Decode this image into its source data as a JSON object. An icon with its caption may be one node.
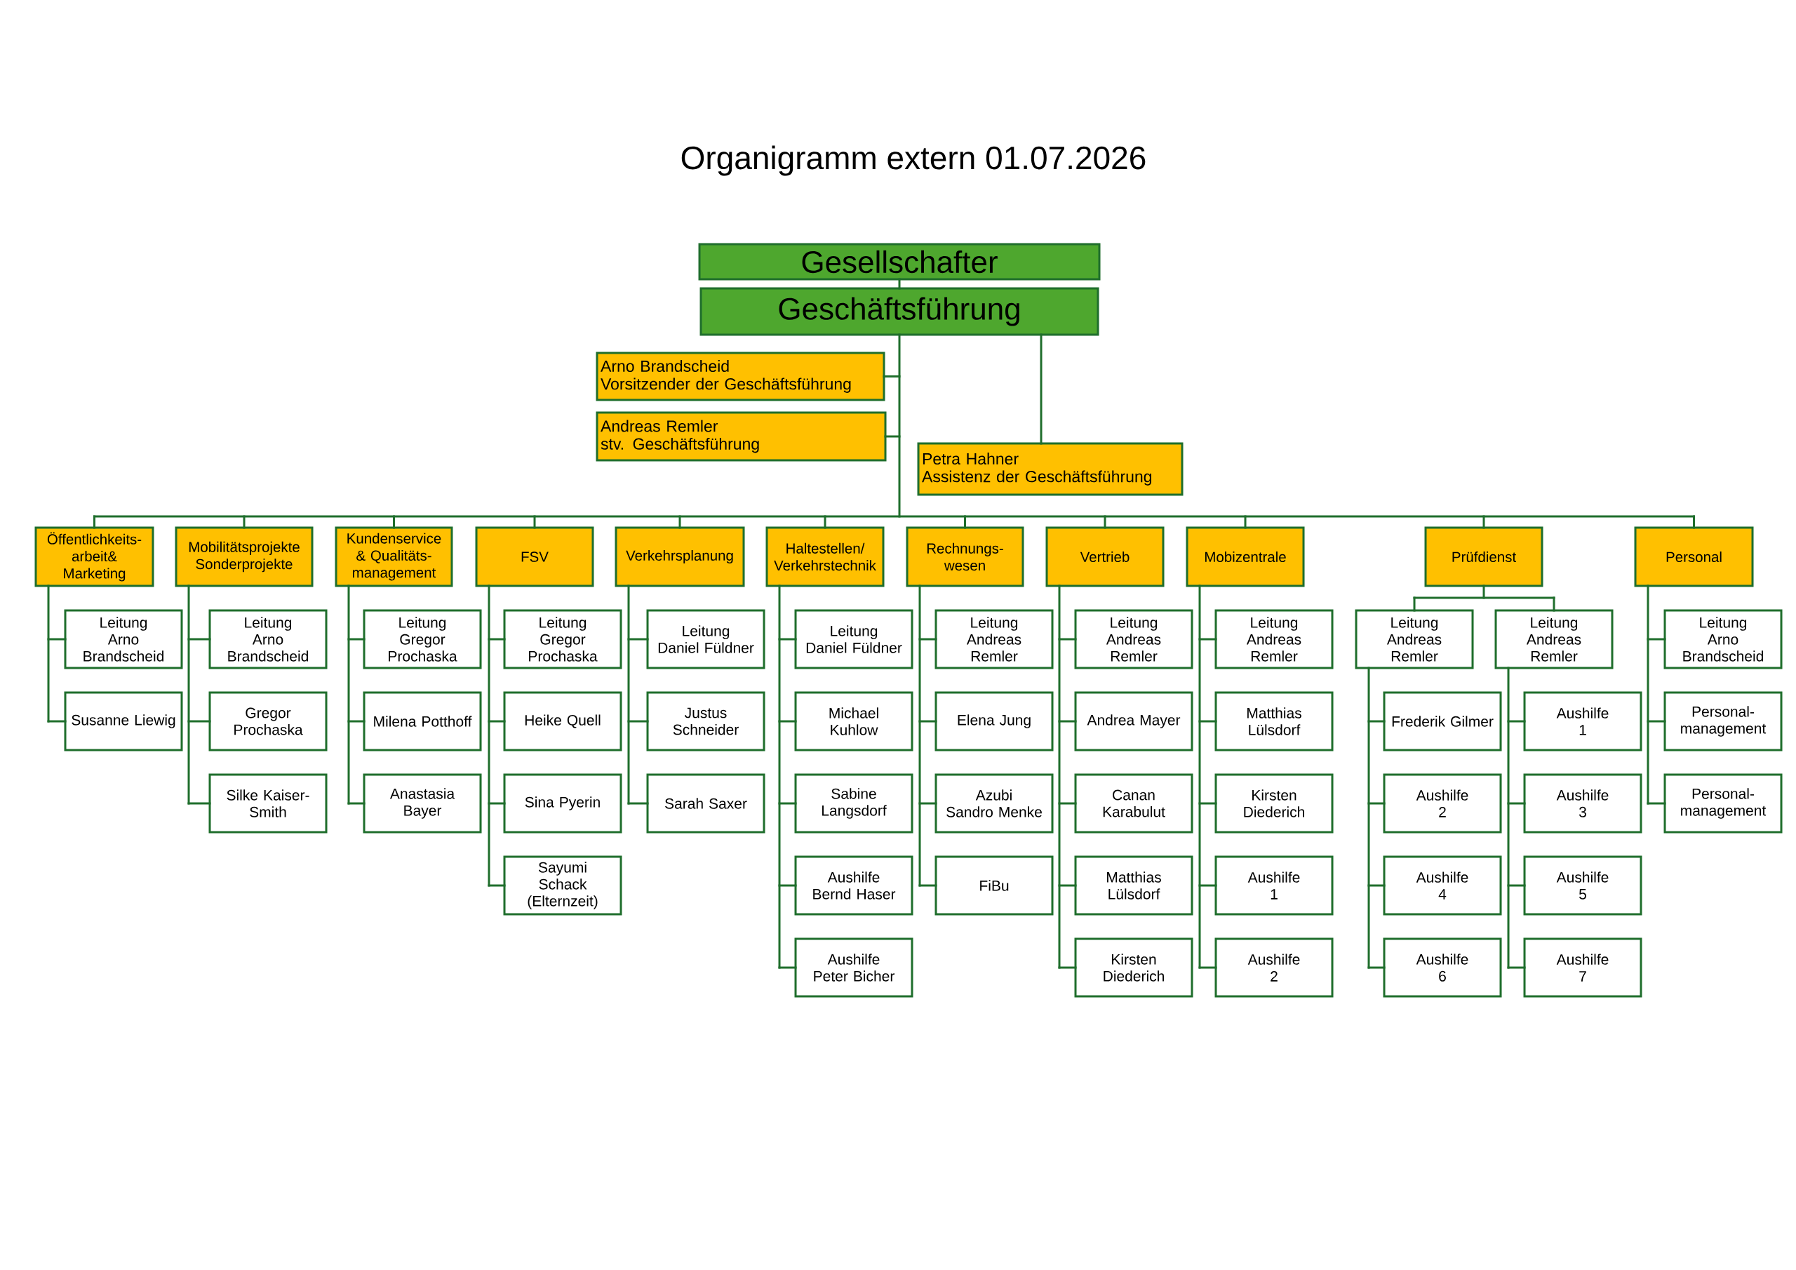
{
  "diagram": {
    "title": "Organigramm extern 01.07.2026",
    "nodes": [
      {
        "text": [
          "Gesellschafter"
        ]
      },
      {
        "text": [
          "Geschäftsführung"
        ]
      },
      {
        "text": [
          "Arno Brandscheid",
          "Vorsitzender der Geschäftsführung"
        ]
      },
      {
        "text": [
          "Andreas Remler",
          "stv. Geschäftsführung"
        ]
      },
      {
        "text": [
          "Petra Hahner",
          "Assistenz der Geschäftsführung"
        ]
      },
      {
        "text": [
          "Öffentlichkeits- arbeit& Marketing"
        ]
      },
      {
        "text": [
          "Mobilitätsprojekte Sonderprojekte"
        ]
      },
      {
        "text": [
          "Kundenservice & Qualitäts- management"
        ]
      },
      {
        "text": [
          "FSV"
        ]
      },
      {
        "text": [
          "Verkehrsplanung"
        ]
      },
      {
        "text": [
          "Haltestellen/ Verkehrstechnik"
        ]
      },
      {
        "text": [
          "Rechnungs- wesen"
        ]
      },
      {
        "text": [
          "Vertrieb"
        ]
      },
      {
        "text": [
          "Mobizentrale"
        ]
      },
      {
        "text": [
          "Prüfdienst"
        ]
      },
      {
        "text": [
          "Personal"
        ]
      },
      {
        "text": [
          "Leitung",
          "Arno Brandscheid"
        ]
      },
      {
        "text": [
          "Susanne Liewig"
        ]
      },
      {
        "text": [
          "Leitung",
          "Arno Brandscheid"
        ]
      },
      {
        "text": [
          "Gregor Prochaska"
        ]
      },
      {
        "text": [
          "Silke Kaiser- Smith"
        ]
      },
      {
        "text": [
          "Leitung",
          "Gregor Prochaska"
        ]
      },
      {
        "text": [
          "Milena Potthoff"
        ]
      },
      {
        "text": [
          "Anastasia Bayer"
        ]
      },
      {
        "text": [
          "Leitung",
          "Gregor Prochaska"
        ]
      },
      {
        "text": [
          "Heike Quell"
        ]
      },
      {
        "text": [
          "Sina Pyerin"
        ]
      },
      {
        "text": [
          "Sayumi Schack (Elternzeit)"
        ]
      },
      {
        "text": [
          "Leitung",
          "Daniel Füldner"
        ]
      },
      {
        "text": [
          "Justus Schneider"
        ]
      },
      {
        "text": [
          "Sarah Saxer"
        ]
      },
      {
        "text": [
          "Leitung",
          "Daniel Füldner"
        ]
      },
      {
        "text": [
          "Michael Kuhlow"
        ]
      },
      {
        "text": [
          "Sabine Langsdorf"
        ]
      },
      {
        "text": [
          "Aushilfe",
          "Bernd Haser"
        ]
      },
      {
        "text": [
          "Aushilfe",
          "Peter Bicher"
        ]
      },
      {
        "text": [
          "Leitung",
          "Andreas Remler"
        ]
      },
      {
        "text": [
          "Elena Jung"
        ]
      },
      {
        "text": [
          "Azubi",
          "Sandro Menke"
        ]
      },
      {
        "text": [
          "FiBu"
        ]
      },
      {
        "text": [
          "Leitung",
          "Andreas Remler"
        ]
      },
      {
        "text": [
          "Andrea Mayer"
        ]
      },
      {
        "text": [
          "Canan Karabulut"
        ]
      },
      {
        "text": [
          "Matthias Lülsdorf"
        ]
      },
      {
        "text": [
          "Kirsten Diederich"
        ]
      },
      {
        "text": [
          "Leitung",
          "Andreas Remler"
        ]
      },
      {
        "text": [
          "Matthias Lülsdorf"
        ]
      },
      {
        "text": [
          "Kirsten Diederich"
        ]
      },
      {
        "text": [
          "Aushilfe 1"
        ]
      },
      {
        "text": [
          "Aushilfe 2"
        ]
      },
      {
        "text": [
          "Leitung",
          "Andreas Remler"
        ]
      },
      {
        "text": [
          "Leitung",
          "Andreas Remler"
        ]
      },
      {
        "text": [
          "Frederik Gilmer"
        ]
      },
      {
        "text": [
          "Aushilfe 2"
        ]
      },
      {
        "text": [
          "Aushilfe 4"
        ]
      },
      {
        "text": [
          "Aushilfe 6"
        ]
      },
      {
        "text": [
          "Aushilfe 1"
        ]
      },
      {
        "text": [
          "Aushilfe 3"
        ]
      },
      {
        "text": [
          "Aushilfe 5"
        ]
      },
      {
        "text": [
          "Aushilfe 7"
        ]
      },
      {
        "text": [
          "Leitung",
          "Arno Brandscheid"
        ]
      },
      {
        "text": [
          "Personal- management"
        ]
      },
      {
        "text": [
          "Personal- management"
        ]
      }
    ],
    "edges": [
      {
        "from": 0,
        "to": 1,
        "arrow": "none"
      },
      {
        "from": 1,
        "to": 2,
        "arrow": "none"
      },
      {
        "from": 1,
        "to": 3,
        "arrow": "none"
      },
      {
        "from": 1,
        "to": 4,
        "arrow": "none"
      },
      {
        "from": 1,
        "to": 5,
        "arrow": "none"
      },
      {
        "from": 1,
        "to": 6,
        "arrow": "none"
      },
      {
        "from": 1,
        "to": 7,
        "arrow": "none"
      },
      {
        "from": 1,
        "to": 8,
        "arrow": "none"
      },
      {
        "from": 1,
        "to": 9,
        "arrow": "none"
      },
      {
        "from": 1,
        "to": 10,
        "arrow": "none"
      },
      {
        "from": 1,
        "to": 11,
        "arrow": "none"
      },
      {
        "from": 1,
        "to": 12,
        "arrow": "none"
      },
      {
        "from": 1,
        "to": 13,
        "arrow": "none"
      },
      {
        "from": 1,
        "to": 14,
        "arrow": "none"
      },
      {
        "from": 1,
        "to": 15,
        "arrow": "none"
      },
      {
        "from": 5,
        "to": 16,
        "arrow": "none"
      },
      {
        "from": 5,
        "to": 17,
        "arrow": "none"
      },
      {
        "from": 6,
        "to": 18,
        "arrow": "none"
      },
      {
        "from": 6,
        "to": 19,
        "arrow": "none"
      },
      {
        "from": 6,
        "to": 20,
        "arrow": "none"
      },
      {
        "from": 7,
        "to": 21,
        "arrow": "none"
      },
      {
        "from": 7,
        "to": 22,
        "arrow": "none"
      },
      {
        "from": 7,
        "to": 23,
        "arrow": "none"
      },
      {
        "from": 8,
        "to": 24,
        "arrow": "none"
      },
      {
        "from": 8,
        "to": 25,
        "arrow": "none"
      },
      {
        "from": 8,
        "to": 26,
        "arrow": "none"
      },
      {
        "from": 8,
        "to": 27,
        "arrow": "none"
      },
      {
        "from": 9,
        "to": 28,
        "arrow": "none"
      },
      {
        "from": 9,
        "to": 29,
        "arrow": "none"
      },
      {
        "from": 9,
        "to": 30,
        "arrow": "none"
      },
      {
        "from": 10,
        "to": 31,
        "arrow": "none"
      },
      {
        "from": 10,
        "to": 32,
        "arrow": "none"
      },
      {
        "from": 10,
        "to": 33,
        "arrow": "none"
      },
      {
        "from": 10,
        "to": 34,
        "arrow": "none"
      },
      {
        "from": 10,
        "to": 35,
        "arrow": "none"
      },
      {
        "from": 11,
        "to": 36,
        "arrow": "none"
      },
      {
        "from": 11,
        "to": 37,
        "arrow": "none"
      },
      {
        "from": 11,
        "to": 38,
        "arrow": "none"
      },
      {
        "from": 11,
        "to": 39,
        "arrow": "none"
      },
      {
        "from": 12,
        "to": 40,
        "arrow": "none"
      },
      {
        "from": 12,
        "to": 41,
        "arrow": "none"
      },
      {
        "from": 12,
        "to": 42,
        "arrow": "none"
      },
      {
        "from": 12,
        "to": 43,
        "arrow": "none"
      },
      {
        "from": 12,
        "to": 44,
        "arrow": "none"
      },
      {
        "from": 13,
        "to": 45,
        "arrow": "none"
      },
      {
        "from": 13,
        "to": 46,
        "arrow": "none"
      },
      {
        "from": 13,
        "to": 47,
        "arrow": "none"
      },
      {
        "from": 13,
        "to": 48,
        "arrow": "none"
      },
      {
        "from": 13,
        "to": 49,
        "arrow": "none"
      },
      {
        "from": 14,
        "to": 50,
        "arrow": "none"
      },
      {
        "from": 14,
        "to": 51,
        "arrow": "none"
      },
      {
        "from": 50,
        "to": 52,
        "arrow": "none"
      },
      {
        "from": 50,
        "to": 53,
        "arrow": "none"
      },
      {
        "from": 50,
        "to": 54,
        "arrow": "none"
      },
      {
        "from": 50,
        "to": 55,
        "arrow": "none"
      },
      {
        "from": 51,
        "to": 56,
        "arrow": "none"
      },
      {
        "from": 51,
        "to": 57,
        "arrow": "none"
      },
      {
        "from": 51,
        "to": 58,
        "arrow": "none"
      },
      {
        "from": 51,
        "to": 59,
        "arrow": "none"
      },
      {
        "from": 15,
        "to": 60,
        "arrow": "none"
      },
      {
        "from": 15,
        "to": 61,
        "arrow": "none"
      },
      {
        "from": 15,
        "to": 62,
        "arrow": "none"
      }
    ]
  }
}
